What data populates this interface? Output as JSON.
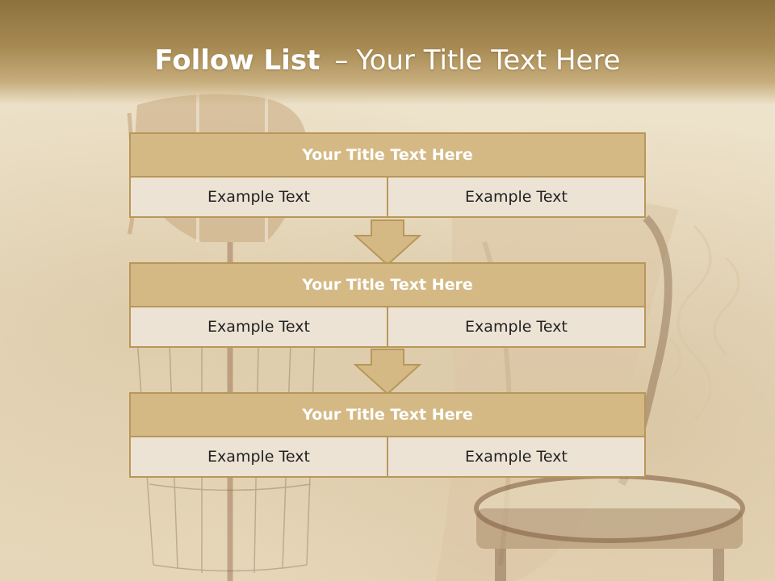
{
  "slide": {
    "title_bold": "Follow List",
    "title_dash": "–",
    "title_rest": "Your Title Text Here"
  },
  "blocks": [
    {
      "title": "Your Title Text Here",
      "left": "Example Text",
      "right": "Example Text"
    },
    {
      "title": "Your Title Text Here",
      "left": "Example Text",
      "right": "Example Text"
    },
    {
      "title": "Your Title Text Here",
      "left": "Example Text",
      "right": "Example Text"
    }
  ],
  "colors": {
    "header_band": "#a78a52",
    "title_bar": "#d4b985",
    "cell_fill": "#ede3d4",
    "border": "#b8975a"
  },
  "icons": [
    "down-arrow-icon",
    "down-arrow-icon"
  ]
}
